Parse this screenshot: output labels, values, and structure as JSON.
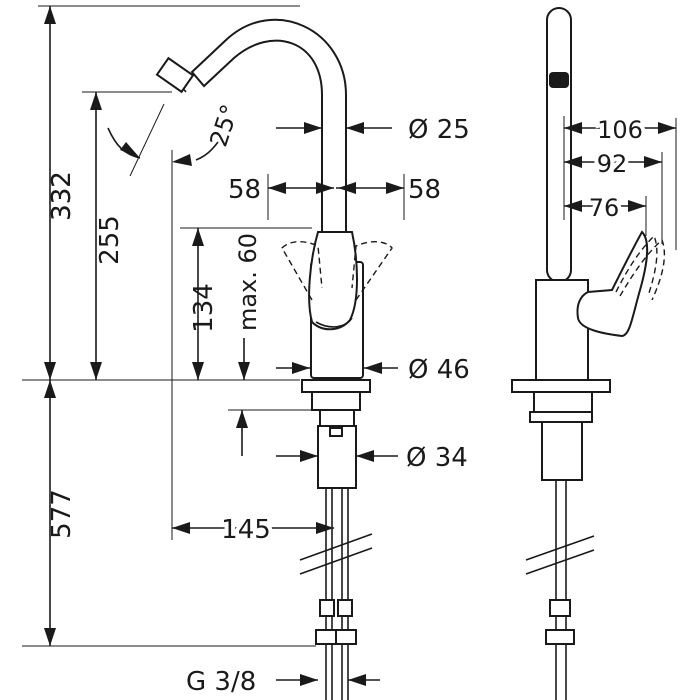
{
  "dimensions": {
    "total_height": "332",
    "spout_height": "255",
    "lever_height": "134",
    "lever_clearance": "max. 60",
    "below_deck": "577",
    "spout_reach": "145",
    "spout_diameter": "Ø 25",
    "body_diameter": "Ø 46",
    "shank_diameter": "Ø 34",
    "connection": "G 3/8",
    "swing_left": "58",
    "swing_right": "58",
    "spout_angle": "25°",
    "side_lever_106": "106",
    "side_lever_92": "92",
    "side_lever_76": "76"
  }
}
